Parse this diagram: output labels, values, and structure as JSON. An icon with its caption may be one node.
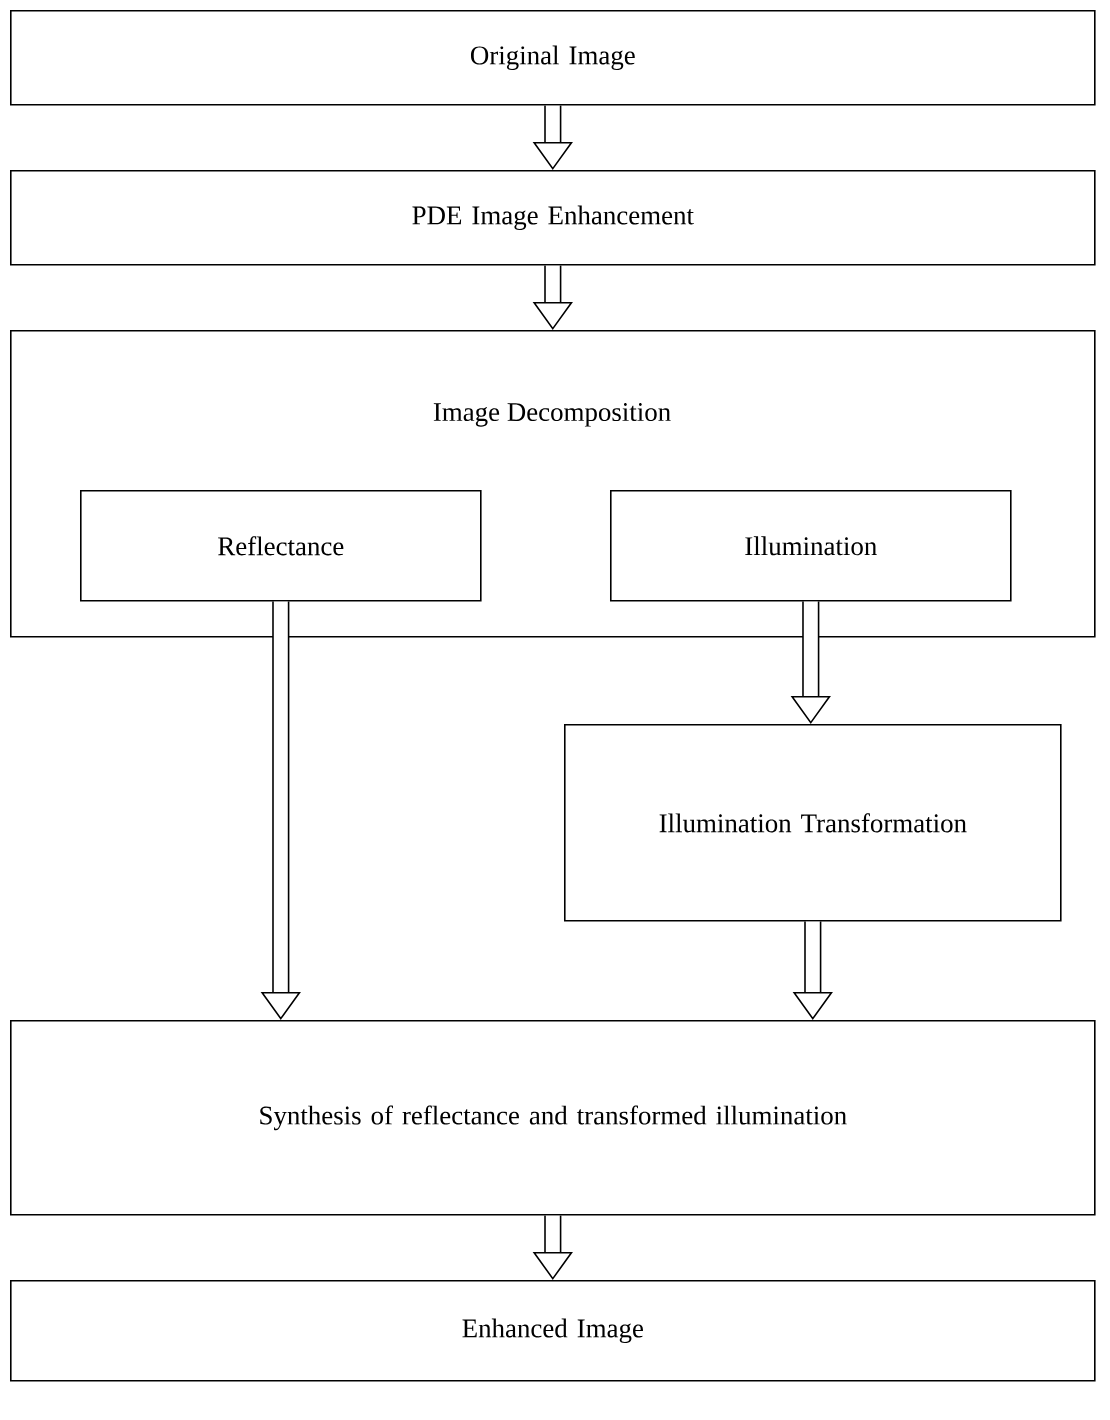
{
  "diagram": {
    "nodes": [
      {
        "text": [
          "Original Image"
        ]
      },
      {
        "text": [
          "PDE Image Enhancement"
        ]
      },
      {
        "text": [
          "Image Decomposition"
        ]
      },
      {
        "text": [
          "Reflectance"
        ],
        "in": 2
      },
      {
        "text": [
          "Illumination"
        ],
        "in": 2
      },
      {
        "text": [
          "Illumination Transformation"
        ]
      },
      {
        "text": [
          "Synthesis of reflectance and transformed illumination"
        ]
      },
      {
        "text": [
          "Enhanced Image"
        ]
      }
    ],
    "edges": [
      {
        "from": 0,
        "to": 1,
        "arrow": "to"
      },
      {
        "from": 1,
        "to": 2,
        "arrow": "to"
      },
      {
        "from": 3,
        "to": 6,
        "arrow": "to"
      },
      {
        "from": 4,
        "to": 5,
        "arrow": "to"
      },
      {
        "from": 5,
        "to": 6,
        "arrow": "to"
      },
      {
        "from": 6,
        "to": 7,
        "arrow": "to"
      }
    ]
  }
}
